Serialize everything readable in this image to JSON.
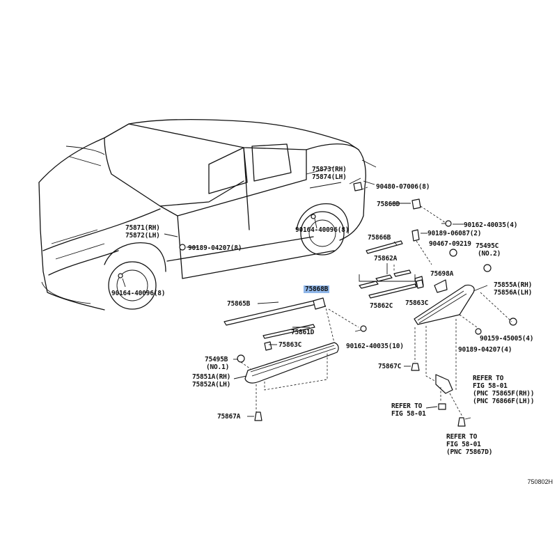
{
  "callouts": {
    "c75873": "75873(RH)",
    "c75874": "75874(LH)",
    "c90480": "90480-07006(8)",
    "c75868d": "75868D",
    "c90162a": "90162-40035(4)",
    "c75871": "75871(RH)",
    "c75872": "75872(LH)",
    "c90164a": "90164-40096(8)",
    "c75866b": "75866B",
    "c90189a": "90189-06087(2)",
    "c90189b": "90189-04207(8)",
    "c90467": "90467-09219",
    "c75495c": "75495C",
    "c75495c_no": "(NO.2)",
    "c75862a": "75862A",
    "c75698a": "75698A",
    "c75855a": "75855A(RH)",
    "c75856a": "75856A(LH)",
    "c90164b": "90164-40096(8)",
    "c75868b": "75868B",
    "c75862c": "75862C",
    "c75863c_r": "75863C",
    "c75865b": "75865B",
    "c75861d": "75861D",
    "c90159": "90159-45005(4)",
    "c90189c": "90189-04207(4)",
    "c75863c_l": "75863C",
    "c90162b": "90162-40035(10)",
    "c75495b": "75495B",
    "c75495b_no": "(NO.1)",
    "c75867c": "75867C",
    "c75851a": "75851A(RH)",
    "c75852a": "75852A(LH)",
    "ref1_a": "REFER TO",
    "ref1_b": "FIG 58-01",
    "ref1_c": "(PNC 75865F(RH))",
    "ref1_d": "(PNC 76866F(LH))",
    "ref2_a": "REFER TO",
    "ref2_b": "FIG 58-01",
    "c75867a": "75867A",
    "ref3_a": "REFER TO",
    "ref3_b": "FIG 58-01",
    "ref3_c": "(PNC 75867D)"
  },
  "figure_id": "750802H",
  "highlight_color": "#8fb6e8"
}
